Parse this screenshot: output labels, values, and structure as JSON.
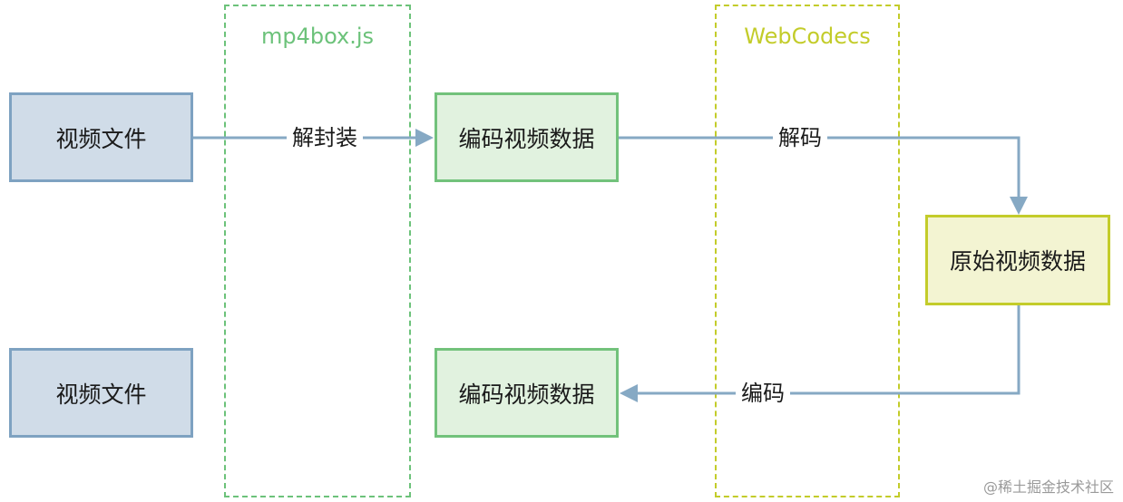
{
  "zones": {
    "mp4box": {
      "title": "mp4box.js",
      "color": "#6cc27a"
    },
    "webcodecs": {
      "title": "WebCodecs",
      "color": "#c3cc2a"
    }
  },
  "nodes": {
    "video_file_top": "视频文件",
    "video_file_bottom": "视频文件",
    "encoded_top": "编码视频数据",
    "encoded_bottom": "编码视频数据",
    "raw": "原始视频数据"
  },
  "edges": {
    "demux": "解封装",
    "decode": "解码",
    "encode": "编码"
  },
  "colors": {
    "arrow": "#86a9c4"
  },
  "watermark": "@稀土掘金技术社区"
}
